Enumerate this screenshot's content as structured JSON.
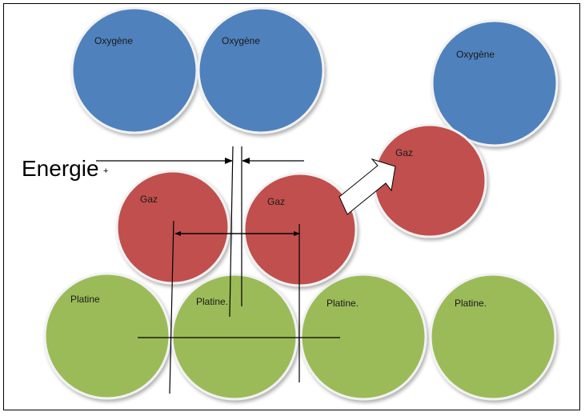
{
  "energy_label": "Energie",
  "plus_sign": "+",
  "oxygen": [
    "Oxygène",
    "Oxygène",
    "Oxygène"
  ],
  "gas": [
    "Gaz",
    "Gaz",
    "Gaz"
  ],
  "platinum": [
    "Platine",
    "Platine.",
    "Platine.",
    "Platine."
  ],
  "colors": {
    "oxygen": "#4f81bd",
    "gas": "#c0504d",
    "platinum": "#9bbb59"
  }
}
